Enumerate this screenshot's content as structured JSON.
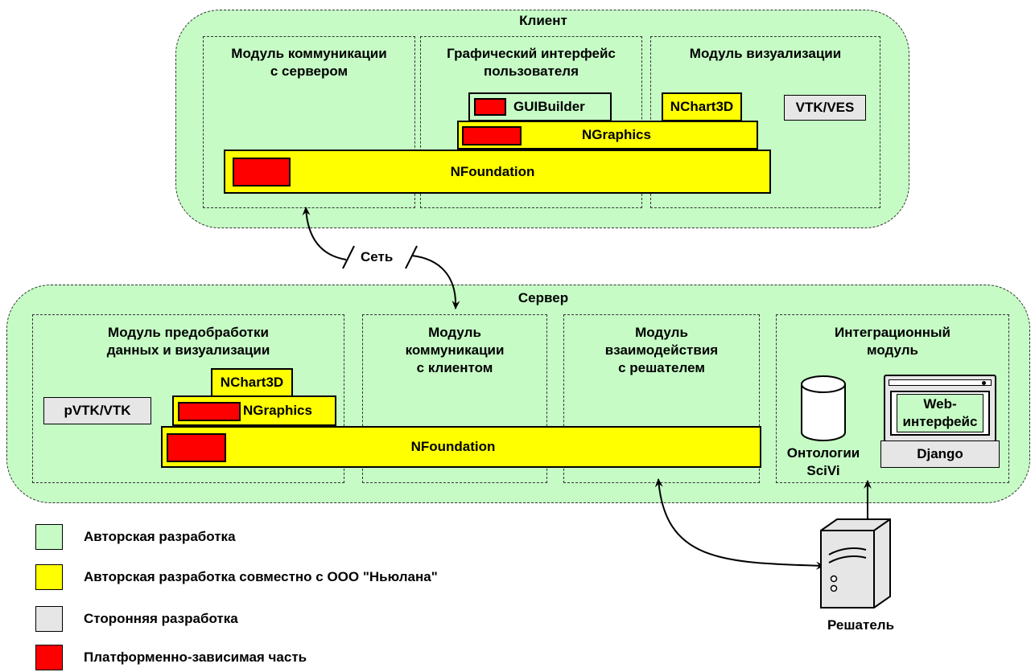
{
  "client": {
    "title": "Клиент",
    "modules": {
      "comm": "Модуль коммуникации\nс сервером",
      "gui": "Графический интерфейс\nпользователя",
      "vis": "Модуль визуализации"
    },
    "blocks": {
      "guibuilder": "GUIBuilder",
      "ngraphics": "NGraphics",
      "nfoundation": "NFoundation",
      "nchart3d": "NChart3D",
      "vtkves": "VTK/VES"
    }
  },
  "network": {
    "label": "Сеть"
  },
  "server": {
    "title": "Сервер",
    "modules": {
      "preproc": "Модуль предобработки\nданных и визуализации",
      "comm": "Модуль\nкоммуникации\nс клиентом",
      "solver": "Модуль\nвзаимодействия\nс решателем",
      "integration": "Интеграционный\nмодуль"
    },
    "blocks": {
      "nchart3d": "NChart3D",
      "ngraphics": "NGraphics",
      "nfoundation": "NFoundation",
      "pvtk": "pVTK/VTK",
      "web": "Web-\nинтерфейс",
      "django": "Django",
      "ontology": "Онтологии\nSciVi"
    }
  },
  "solver": {
    "label": "Решатель"
  },
  "legend": [
    {
      "color": "#c6fbc6",
      "text": "Авторская разработка"
    },
    {
      "color": "#ffff00",
      "text": "Авторская разработка совместно с ООО \"Ньюлана\""
    },
    {
      "color": "#e6e6e6",
      "text": "Сторонняя разработка"
    },
    {
      "color": "#ff0000",
      "text": "Платформенно-зависимая часть"
    }
  ],
  "colors": {
    "author": "#c6fbc6",
    "joint": "#ffff00",
    "third_party": "#e6e6e6",
    "platform": "#ff0000"
  }
}
